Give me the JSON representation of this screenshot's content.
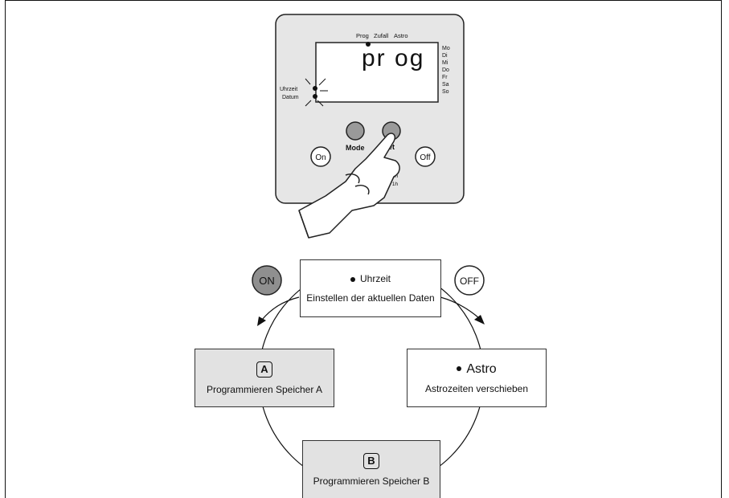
{
  "device": {
    "top_labels": {
      "prog": "Prog",
      "zufall": "Zufall",
      "astro": "Astro"
    },
    "days": [
      "Mo",
      "Di",
      "Mi",
      "Do",
      "Fr",
      "Sa",
      "So"
    ],
    "side_labels": {
      "uhrzeit": "Uhrzeit",
      "datum": "Datum"
    },
    "display_text": "pr og",
    "buttons": {
      "mode": "Mode",
      "set": "Set",
      "on": "On",
      "off": "Off"
    },
    "season": {
      "summer": "S + 1h",
      "winter": "W - 1h"
    }
  },
  "cycle": {
    "on_label": "ON",
    "off_label": "OFF",
    "top": {
      "title": "Uhrzeit",
      "text": "Einstellen der aktuellen Daten"
    },
    "left": {
      "badge": "A",
      "text": "Programmieren Speicher A"
    },
    "right": {
      "title": "Astro",
      "text": "Astrozeiten verschieben"
    },
    "bottom": {
      "badge": "B",
      "text": "Programmieren Speicher B"
    }
  }
}
